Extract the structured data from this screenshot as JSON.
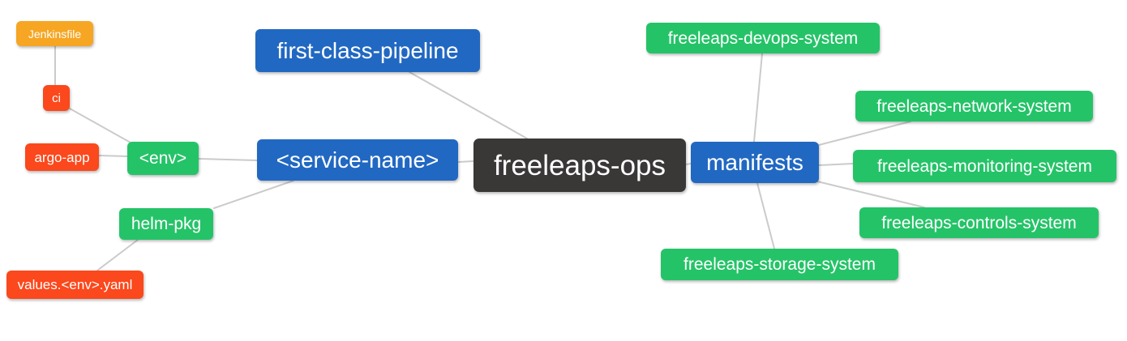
{
  "diagram": {
    "type": "mindmap",
    "background_color": "#ffffff",
    "edge_color": "#cbcbcb",
    "palette": {
      "root": "#3a3737",
      "branch_blue": "#2168c2",
      "leaf_green": "#25c368",
      "leaf_red": "#fb481c",
      "leaf_orange": "#f6a623",
      "node_text": "#ffffff"
    },
    "nodes": [
      {
        "id": "jenkinsfile",
        "label": "Jenkinsfile",
        "level": 5,
        "color": "#f6a623"
      },
      {
        "id": "ci",
        "label": "ci",
        "level": 4,
        "color": "#fb481c"
      },
      {
        "id": "argo-app",
        "label": "argo-app",
        "level": 3,
        "color": "#fb481c"
      },
      {
        "id": "env",
        "label": "<env>",
        "level": 2,
        "color": "#25c368"
      },
      {
        "id": "helm-pkg",
        "label": "helm-pkg",
        "level": 2,
        "color": "#25c368"
      },
      {
        "id": "values-env-yaml",
        "label": "values.<env>.yaml",
        "level": 3,
        "color": "#fb481c"
      },
      {
        "id": "first-class-pipeline",
        "label": "first-class-pipeline",
        "level": 1,
        "color": "#2168c2"
      },
      {
        "id": "service-name",
        "label": "<service-name>",
        "level": 1,
        "color": "#2168c2"
      },
      {
        "id": "freeleaps-ops",
        "label": "freeleaps-ops",
        "level": 0,
        "color": "#3a3737"
      },
      {
        "id": "manifests",
        "label": "manifests",
        "level": 1,
        "color": "#2168c2"
      },
      {
        "id": "devops-system",
        "label": "freeleaps-devops-system",
        "level": 2,
        "color": "#25c368"
      },
      {
        "id": "network-system",
        "label": "freeleaps-network-system",
        "level": 2,
        "color": "#25c368"
      },
      {
        "id": "monitoring-system",
        "label": "freeleaps-monitoring-system",
        "level": 2,
        "color": "#25c368"
      },
      {
        "id": "controls-system",
        "label": "freeleaps-controls-system",
        "level": 2,
        "color": "#25c368"
      },
      {
        "id": "storage-system",
        "label": "freeleaps-storage-system",
        "level": 2,
        "color": "#25c368"
      }
    ],
    "edges": [
      {
        "from": "jenkinsfile",
        "to": "ci"
      },
      {
        "from": "ci",
        "to": "env"
      },
      {
        "from": "argo-app",
        "to": "env"
      },
      {
        "from": "env",
        "to": "service-name"
      },
      {
        "from": "helm-pkg",
        "to": "service-name"
      },
      {
        "from": "values-env-yaml",
        "to": "helm-pkg"
      },
      {
        "from": "service-name",
        "to": "freeleaps-ops"
      },
      {
        "from": "first-class-pipeline",
        "to": "freeleaps-ops"
      },
      {
        "from": "freeleaps-ops",
        "to": "manifests"
      },
      {
        "from": "manifests",
        "to": "devops-system"
      },
      {
        "from": "manifests",
        "to": "network-system"
      },
      {
        "from": "manifests",
        "to": "monitoring-system"
      },
      {
        "from": "manifests",
        "to": "controls-system"
      },
      {
        "from": "manifests",
        "to": "storage-system"
      }
    ]
  }
}
